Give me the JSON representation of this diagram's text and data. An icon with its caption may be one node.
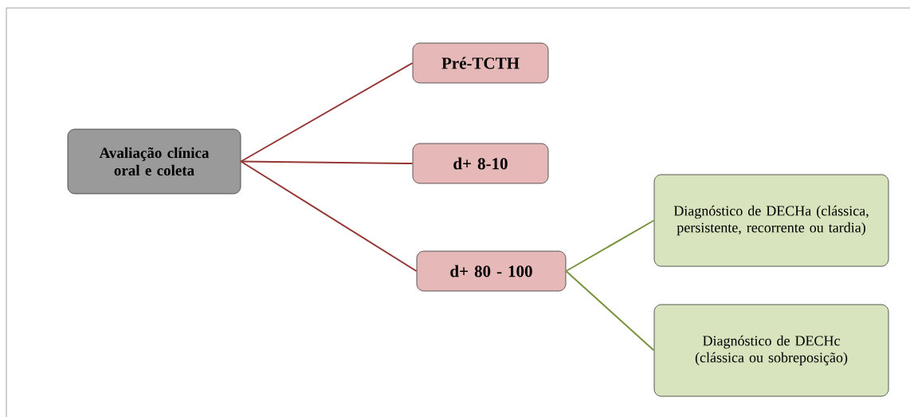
{
  "diagram": {
    "nodes": [
      {
        "text": [
          "Avaliação clínica oral e coleta"
        ]
      },
      {
        "text": [
          "Pré-TCTH"
        ]
      },
      {
        "text": [
          "d+ 8-10"
        ]
      },
      {
        "text": [
          "d+ 80 - 100"
        ]
      },
      {
        "text": [
          "Diagnóstico de DECHa (clássica, persistente, recorrente ou tardia)"
        ]
      },
      {
        "text": [
          "Diagnóstico de DECHc (clássica ou sobreposição)"
        ]
      }
    ],
    "edges": [
      {
        "from": 0,
        "to": 1,
        "arrow": "none"
      },
      {
        "from": 0,
        "to": 2,
        "arrow": "none"
      },
      {
        "from": 0,
        "to": 3,
        "arrow": "none"
      },
      {
        "from": 3,
        "to": 4,
        "arrow": "none",
        "color": "#77933c"
      },
      {
        "from": 3,
        "to": 5,
        "arrow": "none",
        "color": "#77933c"
      }
    ]
  }
}
